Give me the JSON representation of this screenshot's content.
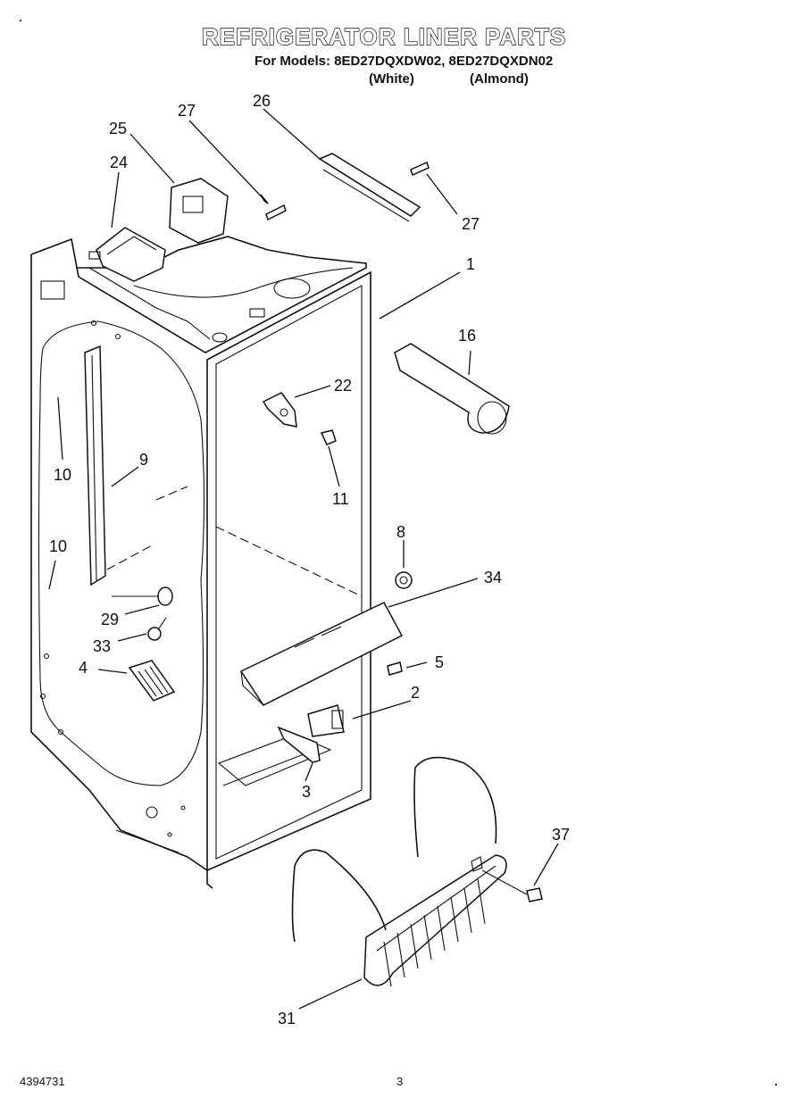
{
  "header": {
    "title": "REFRIGERATOR LINER PARTS",
    "models_line": "For Models: 8ED27DQXDW02, 8ED27DQXDN02",
    "variant_white": "(White)",
    "variant_almond": "(Almond)"
  },
  "callouts": [
    {
      "id": "c27a",
      "label": "27"
    },
    {
      "id": "c26",
      "label": "26"
    },
    {
      "id": "c25",
      "label": "25"
    },
    {
      "id": "c24",
      "label": "24"
    },
    {
      "id": "c27b",
      "label": "27"
    },
    {
      "id": "c1",
      "label": "1"
    },
    {
      "id": "c16",
      "label": "16"
    },
    {
      "id": "c22",
      "label": "22"
    },
    {
      "id": "c9",
      "label": "9"
    },
    {
      "id": "c10a",
      "label": "10"
    },
    {
      "id": "c11",
      "label": "11"
    },
    {
      "id": "c10b",
      "label": "10"
    },
    {
      "id": "c8",
      "label": "8"
    },
    {
      "id": "c34",
      "label": "34"
    },
    {
      "id": "c29",
      "label": "29"
    },
    {
      "id": "c33",
      "label": "33"
    },
    {
      "id": "c5",
      "label": "5"
    },
    {
      "id": "c4",
      "label": "4"
    },
    {
      "id": "c2",
      "label": "2"
    },
    {
      "id": "c3",
      "label": "3"
    },
    {
      "id": "c37",
      "label": "37"
    },
    {
      "id": "c31",
      "label": "31"
    }
  ],
  "footer": {
    "doc_number": "4394731",
    "page_number": "3"
  }
}
